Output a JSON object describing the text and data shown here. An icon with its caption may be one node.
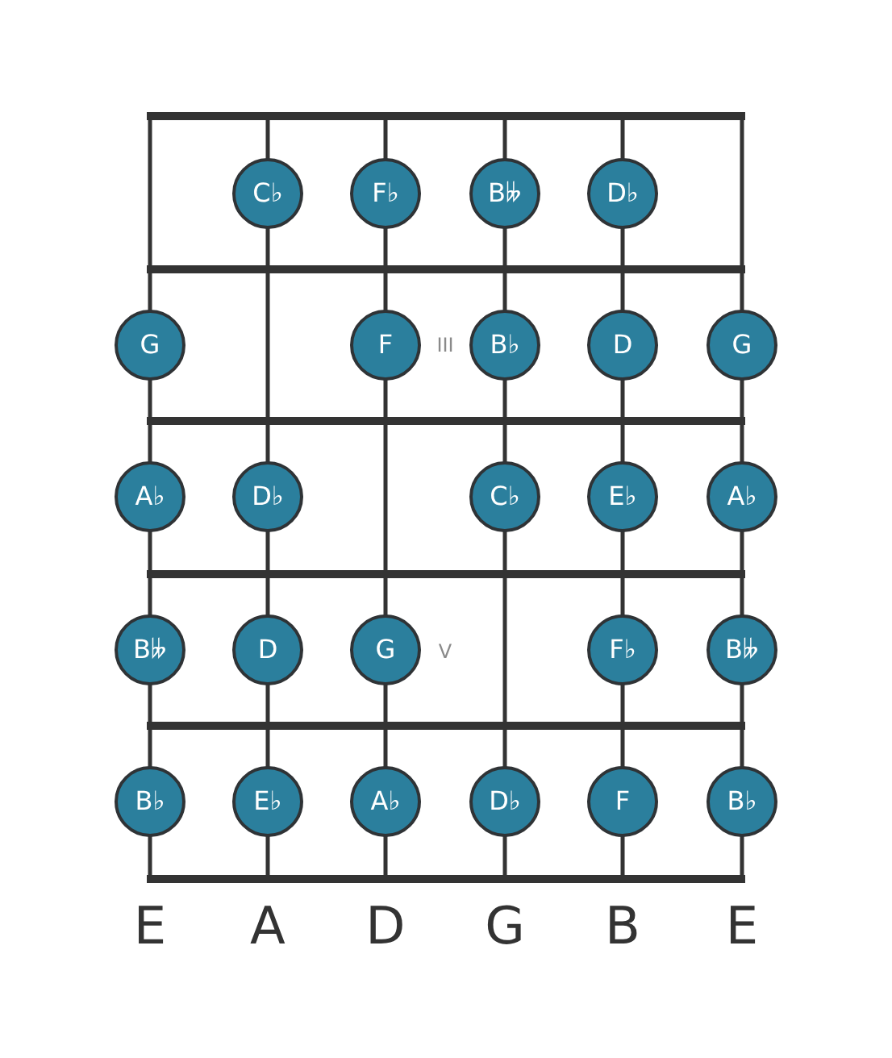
{
  "diagram": {
    "nodes": [
      {
        "text": [
          "C♭"
        ]
      },
      {
        "text": [
          "F♭"
        ]
      },
      {
        "text": [
          "B𝄫"
        ]
      },
      {
        "text": [
          "D♭"
        ]
      },
      {
        "text": [
          "G"
        ]
      },
      {
        "text": [
          "F"
        ]
      },
      {
        "text": [
          "B♭"
        ]
      },
      {
        "text": [
          "D"
        ]
      },
      {
        "text": [
          "G"
        ]
      },
      {
        "text": [
          "A♭"
        ]
      },
      {
        "text": [
          "D♭"
        ]
      },
      {
        "text": [
          "C♭"
        ]
      },
      {
        "text": [
          "E♭"
        ]
      },
      {
        "text": [
          "A♭"
        ]
      },
      {
        "text": [
          "B𝄫"
        ]
      },
      {
        "text": [
          "D"
        ]
      },
      {
        "text": [
          "G"
        ]
      },
      {
        "text": [
          "F♭"
        ]
      },
      {
        "text": [
          "B𝄫"
        ]
      },
      {
        "text": [
          "B♭"
        ]
      },
      {
        "text": [
          "E♭"
        ]
      },
      {
        "text": [
          "A♭"
        ]
      },
      {
        "text": [
          "D♭"
        ]
      },
      {
        "text": [
          "F"
        ]
      },
      {
        "text": [
          "B♭"
        ]
      }
    ],
    "labels": [
      "III",
      "V",
      "E",
      "A",
      "D",
      "G",
      "B",
      "E"
    ]
  }
}
